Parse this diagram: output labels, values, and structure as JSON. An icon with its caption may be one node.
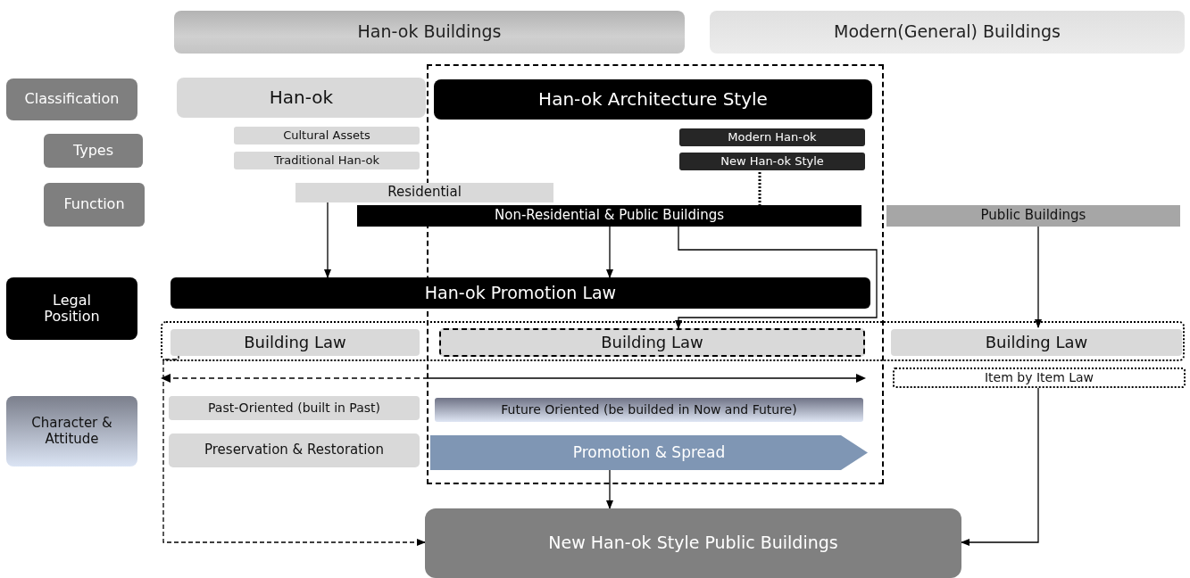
{
  "diagram": {
    "nodes": [
      {
        "text": [
          "Han-ok Buildings"
        ]
      },
      {
        "text": [
          "Modern(General) Buildings"
        ]
      },
      {
        "text": [
          "Classification"
        ]
      },
      {
        "text": [
          "Han-ok"
        ]
      },
      {
        "text": [],
        "shape": "box"
      },
      {
        "text": [
          "Han-ok Architecture Style"
        ],
        "in": 4
      },
      {
        "text": [
          "Types"
        ]
      },
      {
        "text": [
          "Cultural Assets"
        ]
      },
      {
        "text": [
          "Modern Han-ok"
        ],
        "in": 4
      },
      {
        "text": [
          "Traditional Han-ok"
        ]
      },
      {
        "text": [
          "New Han-ok Style"
        ],
        "in": 4
      },
      {
        "text": [
          "Function"
        ]
      },
      {
        "text": [
          "Residential"
        ]
      },
      {
        "text": [
          "Non-Residential & Public Buildings"
        ]
      },
      {
        "text": [
          "Public Buildings"
        ]
      },
      {
        "text": [
          "Legal Position"
        ]
      },
      {
        "text": [
          "Han-ok Promotion Law"
        ]
      },
      {
        "text": [],
        "shape": "box"
      },
      {
        "text": [
          "Building Law"
        ],
        "in": 17
      },
      {
        "text": [
          "Building Law"
        ]
      },
      {
        "text": [
          "Building Law"
        ],
        "in": 17
      },
      {
        "text": [
          "Item by Item Law"
        ]
      },
      {
        "text": [
          "Character & Attitude"
        ]
      },
      {
        "text": [
          "Past-Oriented (built in Past)"
        ]
      },
      {
        "text": [
          "Future Oriented (be builded in Now and Future)"
        ],
        "in": 4
      },
      {
        "text": [
          "Preservation & Restoration"
        ]
      },
      {
        "text": [
          "Promotion & Spread"
        ],
        "in": 4
      },
      {
        "text": [
          "New Han-ok Style Public Buildings"
        ]
      }
    ],
    "edges": [
      {
        "from": 12,
        "to": 16,
        "arrow": "to"
      },
      {
        "from": 13,
        "to": 16,
        "arrow": "to"
      },
      {
        "from": 13,
        "to": 19,
        "arrow": "to"
      },
      {
        "from": 10,
        "to": 13,
        "arrow": "none",
        "style": "dashed"
      },
      {
        "from": 14,
        "to": 20,
        "arrow": "to"
      },
      {
        "from": 18,
        "to": 27,
        "arrow": "to",
        "style": "dashed"
      },
      {
        "from": 26,
        "to": 27,
        "arrow": "to"
      },
      {
        "from": 21,
        "to": 27,
        "arrow": "to"
      }
    ]
  }
}
